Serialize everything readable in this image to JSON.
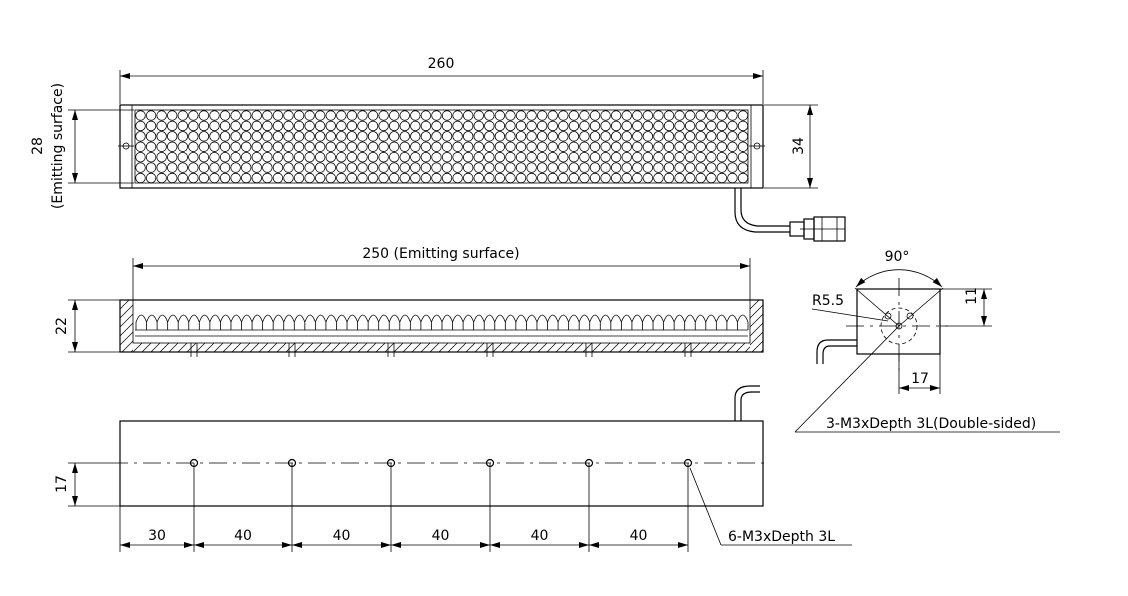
{
  "dimensions": {
    "total_length": "260",
    "emitting_height": "28",
    "emitting_label": "(Emitting surface)",
    "body_height": "34",
    "emitting_length": "250 (Emitting surface)",
    "side_height": "22",
    "hole_offset": "17",
    "spacing_first": "30",
    "spacing": [
      "40",
      "40",
      "40",
      "40",
      "40"
    ],
    "end_angle": "90°",
    "end_radius": "R5.5",
    "end_height": "11",
    "end_width": "17"
  },
  "callouts": {
    "end_holes": "3-M3xDepth 3L(Double-sided)",
    "bottom_holes": "6-M3xDepth 3L"
  }
}
